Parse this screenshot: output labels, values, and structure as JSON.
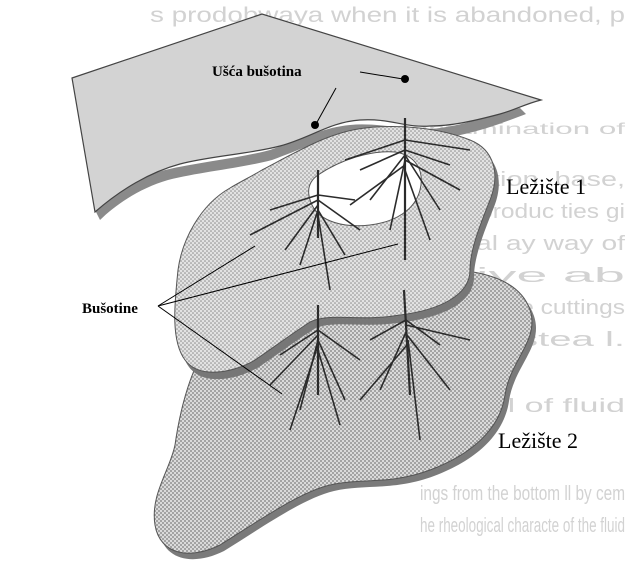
{
  "labels": {
    "wellheads": "Ušća bušotina",
    "wells": "Bušotine",
    "reservoir_1": "Ležište 1",
    "reservoir_2": "Ležište 2"
  },
  "background_text": [
    "s prodobwaya when it is abandoned, p",
    "contamination of",
    "roduction, base,",
    "cific produc          ties gi",
    "ecial                    ay  way  of",
    "give                           ab",
    "uno  s              ne  cuttings",
    "et a stea                 l.",
    "ontrol of fluid",
    "ings from the bottom             ll by cem",
    "he rheological characte     of the fluid"
  ],
  "colors": {
    "surface_fill": "#d3d3d3",
    "reservoir_fill": "#cfcfcf",
    "shadow": "#7a7a7a",
    "well_line": "#2b2b2b",
    "background_text": "#d2d2d2"
  }
}
